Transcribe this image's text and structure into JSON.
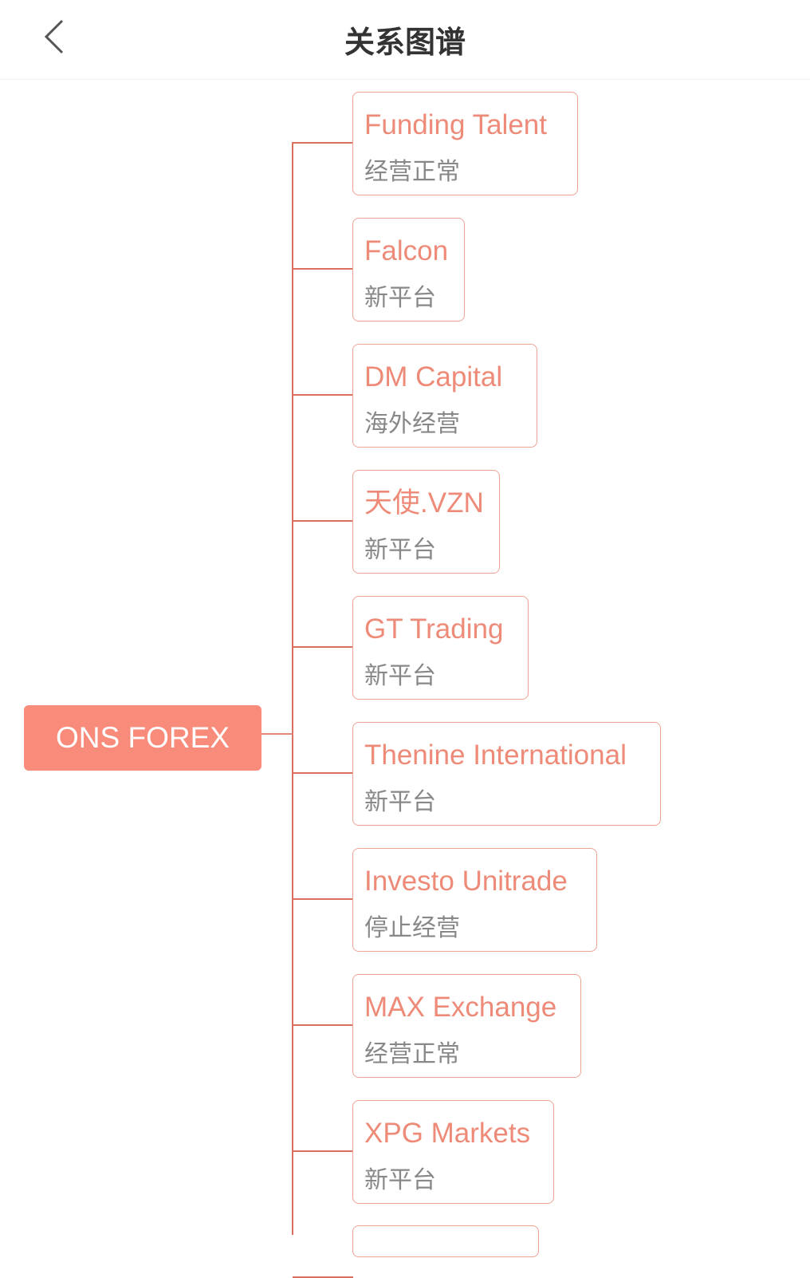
{
  "header": {
    "title": "关系图谱",
    "back_icon": "chevron-left-icon"
  },
  "root": {
    "name": "ONS FOREX"
  },
  "colors": {
    "accent": "#f98b7b",
    "node_text": "#ee8a78",
    "line": "#d9705f",
    "status_text": "#888888"
  },
  "nodes": [
    {
      "name": "Funding Talent",
      "status": "经营正常"
    },
    {
      "name": "Falcon",
      "status": "新平台"
    },
    {
      "name": "DM Capital",
      "status": "海外经营"
    },
    {
      "name": "天使.VZN",
      "status": "新平台"
    },
    {
      "name": "GT Trading",
      "status": "新平台"
    },
    {
      "name": "Thenine International",
      "status": "新平台"
    },
    {
      "name": "Investo Unitrade",
      "status": "停止经营"
    },
    {
      "name": "MAX Exchange",
      "status": "经营正常"
    },
    {
      "name": "XPG Markets",
      "status": "新平台"
    }
  ]
}
